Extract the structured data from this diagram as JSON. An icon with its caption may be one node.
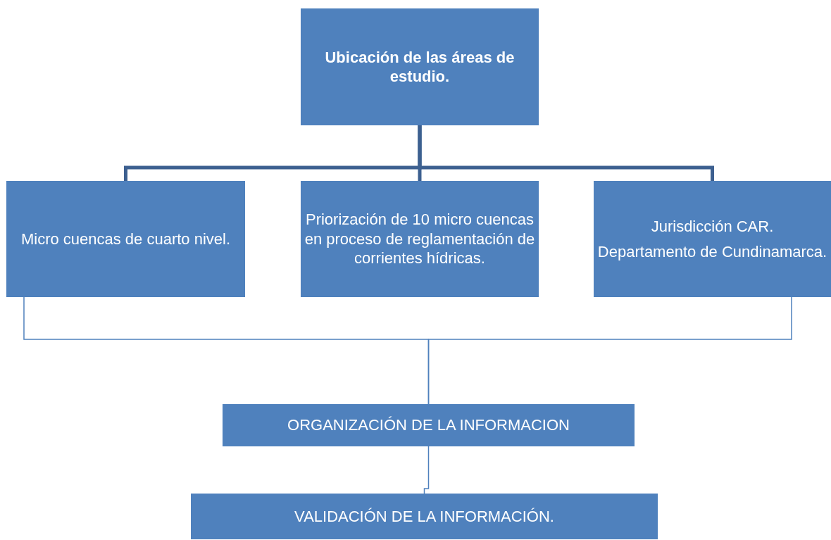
{
  "diagram": {
    "nodes": [
      {
        "text": [
          "Ubicación de las áreas de estudio."
        ]
      },
      {
        "text": [
          "Micro cuencas de cuarto nivel."
        ]
      },
      {
        "text": [
          "Priorización de 10 micro cuencas en proceso de reglamentación de corrientes hídricas."
        ]
      },
      {
        "text": [
          "Jurisdicción CAR.",
          "Departamento de Cundinamarca."
        ]
      },
      {
        "text": [
          "ORGANIZACIÓN DE LA INFORMACION"
        ]
      },
      {
        "text": [
          "VALIDACIÓN DE LA INFORMACIÓN."
        ]
      }
    ],
    "edges": [
      {
        "from": 0,
        "to": 1,
        "arrow": "none",
        "style": "thick",
        "color": "#3d6090"
      },
      {
        "from": 0,
        "to": 2,
        "arrow": "none",
        "style": "thick",
        "color": "#3d6090"
      },
      {
        "from": 0,
        "to": 3,
        "arrow": "none",
        "style": "thick",
        "color": "#3d6090"
      },
      {
        "from": 1,
        "to": 4,
        "arrow": "none"
      },
      {
        "from": 3,
        "to": 4,
        "arrow": "none"
      },
      {
        "from": 4,
        "to": 5,
        "arrow": "none"
      }
    ]
  }
}
